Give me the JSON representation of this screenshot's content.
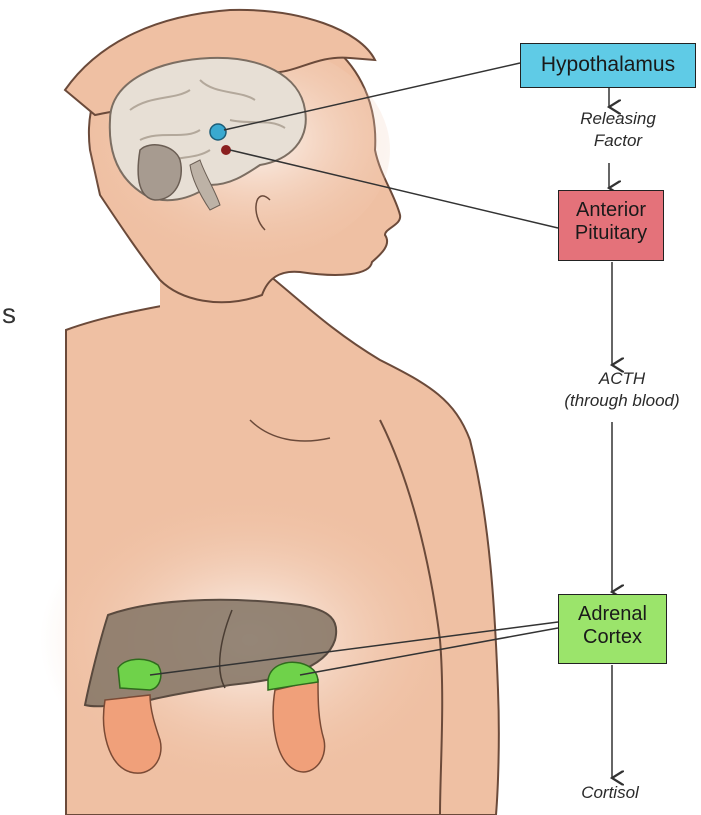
{
  "nodes": {
    "hypothalamus": {
      "label": "Hypothalamus",
      "color": "#5fcbe6"
    },
    "anterior_pituitary": {
      "line1": "Anterior",
      "line2": "Pituitary",
      "color": "#e4727a"
    },
    "adrenal_cortex": {
      "line1": "Adrenal",
      "line2": "Cortex",
      "color": "#9be46b"
    }
  },
  "flow_labels": {
    "releasing_factor": {
      "line1": "Releasing",
      "line2": "Factor"
    },
    "acth": {
      "line1": "ACTH",
      "line2": "(through blood)"
    },
    "cortisol": "Cortisol"
  },
  "edge_fragment": "s",
  "colors": {
    "skin": "#efc0a3",
    "skin_outline": "#6b4a3a",
    "liver": "#8a7a6a",
    "kidney": "#f0a07a",
    "adrenal_gland": "#6fd24a"
  }
}
